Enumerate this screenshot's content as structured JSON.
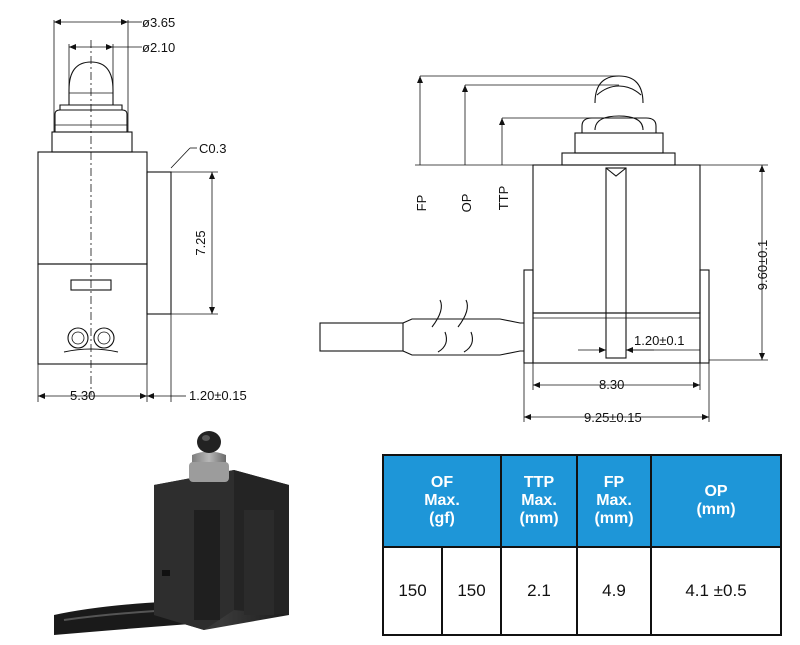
{
  "dimensions": {
    "head_diameter": "ø3.65",
    "tip_diameter": "ø2.10",
    "chamfer": "C0.3",
    "body_height": "7.25",
    "body_width": "5.30",
    "tab_thickness": "1.20±0.15",
    "fp_label": "FP",
    "op_label": "OP",
    "ttp_label": "TTP",
    "total_height": "9.60±0.1",
    "pin_width": "1.20±0.1",
    "inner_width": "8.30",
    "outer_width": "9.25±0.15"
  },
  "table": {
    "headers": [
      [
        "OF",
        "Max.",
        "(gf)"
      ],
      [
        "TTP",
        "Max.",
        "(mm)"
      ],
      [
        "FP",
        "Max.",
        "(mm)"
      ],
      [
        "OP",
        "(mm)"
      ]
    ],
    "values": [
      "150",
      "150",
      "2.1",
      "4.9",
      "4.1 ±0.5"
    ]
  },
  "colors": {
    "header_bg": "#1E96D8",
    "header_text": "#ffffff",
    "border": "#111111"
  }
}
